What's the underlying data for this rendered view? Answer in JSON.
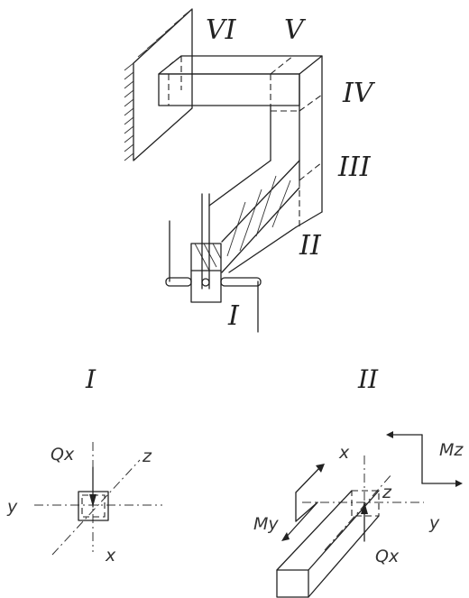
{
  "figure": {
    "section_labels": {
      "I": "I",
      "II": "II",
      "III": "III",
      "IV": "IV",
      "V": "V",
      "VI": "VI"
    },
    "detail_titles": {
      "left": "I",
      "right": "II"
    },
    "detail_I": {
      "force": "Qx",
      "axis_x": "x",
      "axis_y": "y",
      "axis_z": "z"
    },
    "detail_II": {
      "force": "Qx",
      "moment_y": "My",
      "moment_z": "Mz",
      "axis_x": "x",
      "axis_y": "y",
      "axis_z": "z"
    }
  }
}
